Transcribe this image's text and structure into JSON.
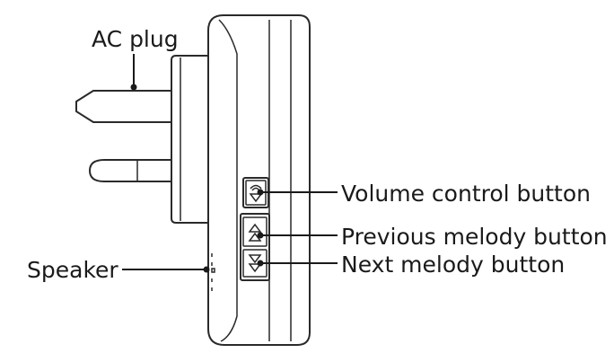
{
  "diagram": {
    "callouts": {
      "ac_plug": "AC plug",
      "volume": "Volume control button",
      "previous": "Previous melody button",
      "next": "Next melody button",
      "speaker": "Speaker"
    },
    "icons": {
      "volume": "volume-icon",
      "previous": "up-arrow-icon",
      "next": "down-arrow-icon"
    }
  }
}
